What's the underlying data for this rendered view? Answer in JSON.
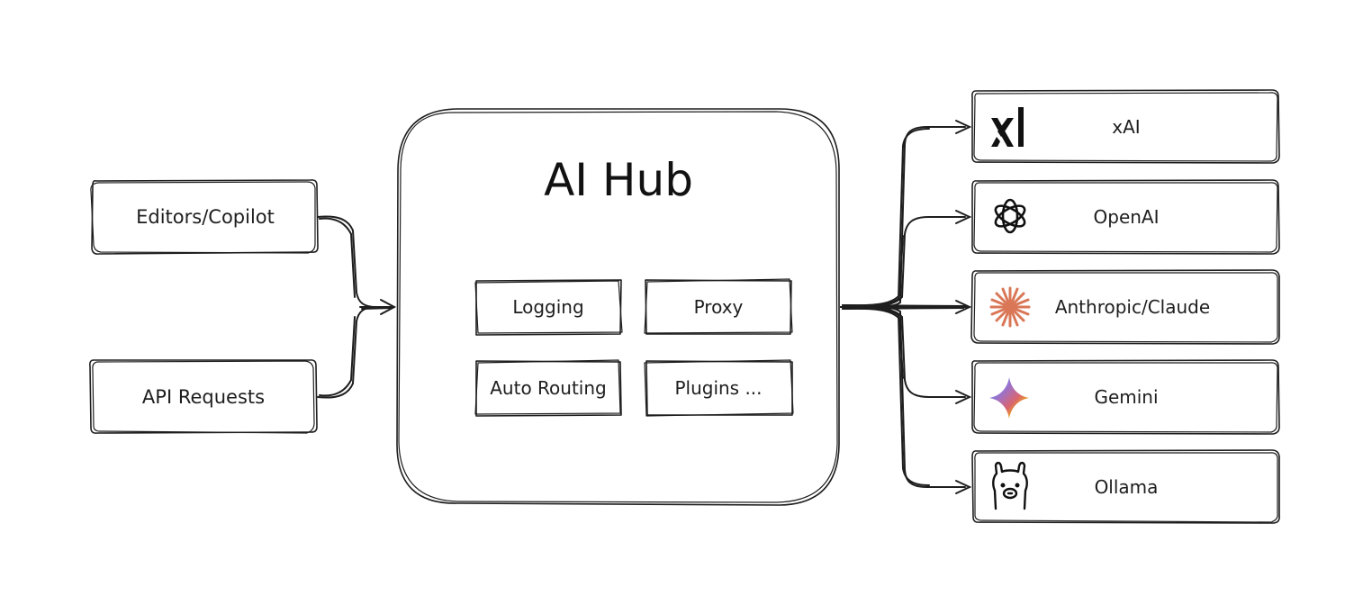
{
  "hub": {
    "title": "AI Hub",
    "modules": [
      "Logging",
      "Proxy",
      "Auto Routing",
      "Plugins ..."
    ]
  },
  "sources": [
    "Editors/Copilot",
    "API Requests"
  ],
  "providers": [
    {
      "label": "xAI",
      "icon": "xai-logo-icon"
    },
    {
      "label": "OpenAI",
      "icon": "openai-logo-icon"
    },
    {
      "label": "Anthropic/Claude",
      "icon": "anthropic-logo-icon"
    },
    {
      "label": "Gemini",
      "icon": "gemini-logo-icon"
    },
    {
      "label": "Ollama",
      "icon": "ollama-logo-icon"
    }
  ],
  "colors": {
    "stroke": "#1e1e1e",
    "anthropic": "#d97757",
    "gemini": [
      "#4285f4",
      "#9b72cb",
      "#d96570",
      "#f4b400",
      "#34a853"
    ]
  }
}
